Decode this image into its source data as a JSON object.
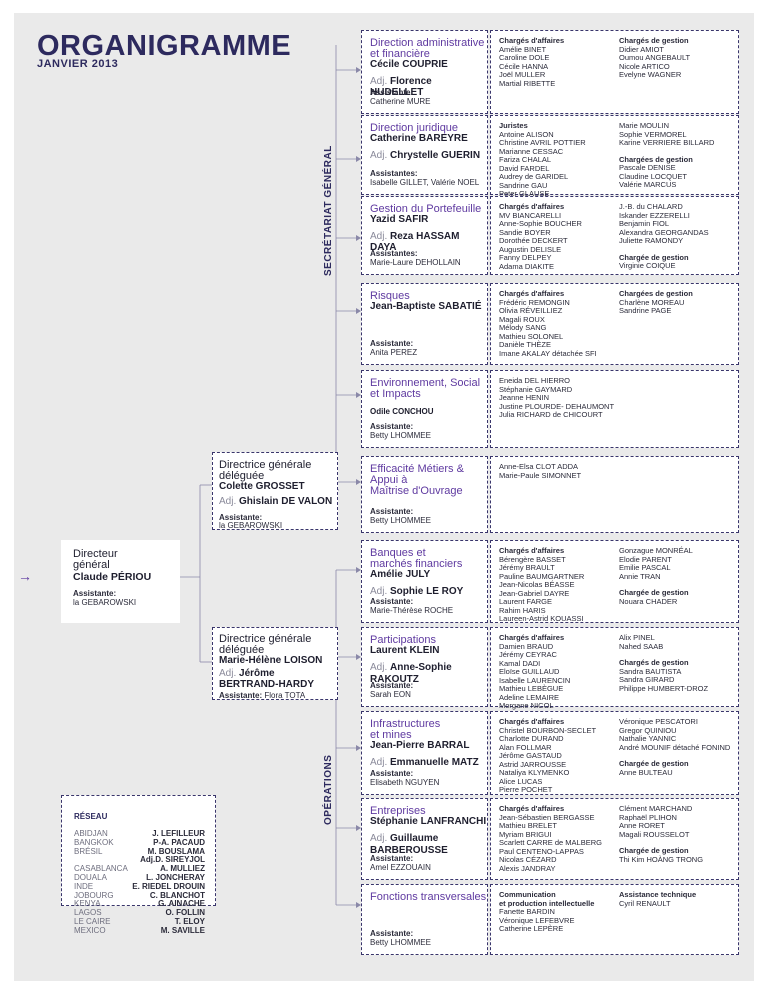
{
  "header": {
    "title": "ORGANIGRAMME",
    "subtitle": "JANVIER 2013"
  },
  "vertical_labels": {
    "secretariat": "SECRÉTARIAT GÉNÉRAL",
    "operations": "OPÉRATIONS"
  },
  "dg": {
    "name_lines": [
      "Directeur",
      "général"
    ],
    "person": "Claude PÉRIOU",
    "assistant_label": "Assistante:",
    "assistant": "la GEBAROWSKI"
  },
  "dgd1": {
    "name_lines": [
      "Directrice générale",
      "déléguée"
    ],
    "person": "Colette GROSSET",
    "adj_prefix": "Adj.",
    "adj": "Ghislain DE VALON",
    "assistant_label": "Assistante:",
    "assistant": "la GEBAROWSKI"
  },
  "dgd2": {
    "name_lines": [
      "Directrice générale",
      "déléguée"
    ],
    "person": "Marie-Hélène LOISON",
    "adj_prefix": "Adj.",
    "adj_line1": "Jérôme",
    "adj_line2": "BERTRAND-HARDY",
    "assistant_label": "Assistante:",
    "assistant": "Flora TOTA"
  },
  "departments": [
    {
      "name_lines": [
        "Direction administrative",
        "et financière"
      ],
      "head": "Cécile COUPRIE",
      "adj_prefix": "Adj.",
      "adj": "Florence HUDELLET",
      "assistant_label": "Assistante:",
      "assistant_lines": [
        "Catherine MURE"
      ],
      "col1": [
        {
          "label": "Chargés d'affaires",
          "names": "Amélie BINET\nCaroline DOLE\nCécile HANNA\nJoël MULLER\nMartial RIBETTE"
        }
      ],
      "col2": [
        {
          "label": "Chargés de gestion",
          "names": "Didier AMIOT\nOumou ANGEBAULT\nNicole ARTICO\nEvelyne WAGNER"
        }
      ]
    },
    {
      "name_lines": [
        "Direction juridique"
      ],
      "head": "Catherine BAREYRE",
      "adj_prefix": "Adj.",
      "adj": "Chrystelle GUERIN",
      "assistant_label": "Assistantes:",
      "assistant_lines": [
        "Isabelle GILLET, Valérie NOEL"
      ],
      "col1": [
        {
          "label": "Juristes",
          "names": "Antoine ALISON\nChristine AVRIL POTTIER\nMarianne CESSAC\nFariza CHALAL\nDavid FARDEL\nAudrey de GARIDEL\nSandrine GAU\nPeter GLAUSE"
        }
      ],
      "col2": [
        {
          "label": "",
          "names": "Marie MOULIN\nSophie VERMOREL\nKarine VERRIERE BILLARD"
        },
        {
          "label": "Chargées de gestion",
          "names": "Pascale DENISE\nClaudine LOCQUET\nValérie MARCUS"
        }
      ]
    },
    {
      "name_lines": [
        "Gestion du Portefeuille"
      ],
      "head": "Yazid SAFIR",
      "adj_prefix": "Adj.",
      "adj": "Reza HASSAM DAYA",
      "assistant_label": "Assistantes:",
      "assistant_lines": [
        "Marie-Laure DEHOLLAIN"
      ],
      "col1": [
        {
          "label": "Chargés d'affaires",
          "names": "MV BIANCARELLI\nAnne-Sophie BOUCHER\nSandie BOYER\nDorothée DECKERT\nAugustin DELISLE\nFanny DELPEY\nAdama DIAKITE"
        }
      ],
      "col2": [
        {
          "label": "",
          "names": "J.-B. du CHALARD\nIskander EZZERELLI\nBenjamin FIOL\nAlexandra GEORGANDAS\nJuliette RAMONDY"
        },
        {
          "label": "Chargée de gestion",
          "names": "Virginie COIQUE"
        }
      ]
    },
    {
      "name_lines": [
        "Risques"
      ],
      "head": "Jean-Baptiste SABATIÉ",
      "assistant_label": "Assistante:",
      "assistant_lines": [
        "Anita PEREZ"
      ],
      "col1": [
        {
          "label": "Chargés d'affaires",
          "names": "Frédéric REMONGIN\nOlivia RÉVEILLIEZ\nMagali ROUX\nMélody SANG\nMathieu SOLONEL\nDanièle THÈZE\nImane AKALAY détachée SFI"
        }
      ],
      "col2": [
        {
          "label": "Chargées de gestion",
          "names": "Charlène MOREAU\nSandrine PAGE"
        }
      ]
    },
    {
      "name_lines": [
        "Environnement, Social",
        "et Impacts"
      ],
      "head_small": "Odile CONCHOU",
      "assistant_label": "Assistante:",
      "assistant_lines": [
        "Betty LHOMMEE"
      ],
      "col1": [
        {
          "label": "",
          "names": "Eneida DEL HIERRO\nStéphanie GAYMARD\nJeanne HENIN\nJustine PLOURDE- DEHAUMONT\nJulia RICHARD de CHICOURT"
        }
      ],
      "col2": []
    },
    {
      "name_lines": [
        "Efficacité Métiers &",
        "Appui à",
        "Maîtrise d'Ouvrage"
      ],
      "assistant_label": "Assistante:",
      "assistant_lines": [
        "Betty LHOMMEE"
      ],
      "col1": [
        {
          "label": "",
          "names": "Anne-Elsa CLOT ADDA\nMarie-Paule SIMONNET"
        }
      ],
      "col2": []
    },
    {
      "name_lines": [
        "Banques et",
        "marchés financiers"
      ],
      "head": "Amélie JULY",
      "adj_prefix": "Adj.",
      "adj": "Sophie LE ROY",
      "assistant_label": "Assistante:",
      "assistant_lines": [
        "Marie-Thérèse ROCHE"
      ],
      "col1": [
        {
          "label": "Chargés d'affaires",
          "names": "Bérengère BASSET\nJérémy BRAULT\nPauline BAUMGARTNER\nJean-Nicolas BÉASSE\nJean-Gabriel DAYRE\nLaurent FARGE\nRahim HARIS\nLaureen-Astrid KOUASSI"
        }
      ],
      "col2": [
        {
          "label": "",
          "names": "Gonzague MONRÉAL\nElodie PARENT\nEmilie PASCAL\nAnnie TRAN"
        },
        {
          "label": "Chargée de gestion",
          "names": "Nouara CHADER"
        }
      ]
    },
    {
      "name_lines": [
        "Participations"
      ],
      "head": "Laurent KLEIN",
      "adj_prefix": "Adj.",
      "adj": "Anne-Sophie",
      "adj_line2": "RAKOUTZ",
      "assistant_label": "Assistante:",
      "assistant_lines": [
        "Sarah EON"
      ],
      "col1": [
        {
          "label": "Chargés d'affaires",
          "names": "Damien BRAUD\nJérémy CEYRAC\nKamal DADI\nEloïse GUILLAUD\nIsabelle LAURENCIN\nMathieu LEBÈGUE\nAdeline LEMAIRE\nMorgane NICOL"
        }
      ],
      "col2": [
        {
          "label": "",
          "names": "Alix PINEL\nNahed SAAB"
        },
        {
          "label": "Chargés de gestion",
          "names": "Sandra BAUTISTA\nSandra GIRARD\nPhilippe HUMBERT-DROZ"
        }
      ]
    },
    {
      "name_lines": [
        "Infrastructures",
        "et mines"
      ],
      "head": "Jean-Pierre BARRAL",
      "adj_prefix": "Adj.",
      "adj": "Emmanuelle MATZ",
      "assistant_label": "Assistante:",
      "assistant_lines": [
        "Elisabeth NGUYEN"
      ],
      "col1": [
        {
          "label": "Chargés d'affaires",
          "names": "Christel BOURBON-SECLET\nCharlotte DURAND\nAlan FOLLMAR\nJérôme GASTAUD\nAstrid JARROUSSE\nNataliya KLYMENKO\nAlice LUCAS\nPierre POCHET"
        }
      ],
      "col2": [
        {
          "label": "",
          "names": "Véronique PESCATORI\nGregor QUINIOU\nNathalie YANNIC\nAndré MOUNIF détaché FONIND"
        },
        {
          "label": "Chargée de gestion",
          "names": "Anne BULTEAU"
        }
      ]
    },
    {
      "name_lines": [
        "Entreprises"
      ],
      "head": "Stéphanie LANFRANCHI",
      "adj_prefix": "Adj.",
      "adj": "Guillaume",
      "adj_line2": "BARBEROUSSE",
      "assistant_label": "Assistante:",
      "assistant_lines": [
        "Amel EZZOUAIN"
      ],
      "col1": [
        {
          "label": "Chargés d'affaires",
          "names": "Jean-Sébastien BERGASSE\nMathieu BRELET\nMyriam BRIGUI\nScarlett CARRE de MALBERG\nPaul CENTENO-LAPPAS\nNicolas CÉZARD\nAlexis JANDRAY"
        }
      ],
      "col2": [
        {
          "label": "",
          "names": "Clément MARCHAND\nRaphaël PLIHON\nAnne RORET\nMagali ROUSSELOT"
        },
        {
          "label": "Chargée de gestion",
          "names": "Thi Kim HOÀNG TRONG"
        }
      ]
    },
    {
      "name_lines": [
        "Fonctions transversales"
      ],
      "assistant_label": "Assistante:",
      "assistant_lines": [
        "Betty LHOMMEE"
      ],
      "col1": [
        {
          "label": "Communication\net production intellectuelle",
          "names": "Fanette BARDIN\nVéronique LEFEBVRE\nCatherine LEPÈRE"
        }
      ],
      "col2": [
        {
          "label": "Assistance technique",
          "names": "Cyril RENAULT"
        }
      ]
    }
  ],
  "reseau": {
    "title": "RÉSEAU",
    "rows": [
      {
        "country": "ABIDJAN",
        "name": "J. LEFILLEUR"
      },
      {
        "country": "BANGKOK",
        "name": "P-A. PACAUD"
      },
      {
        "country": "BRÉSIL",
        "name": "M. BOUSLAMA"
      },
      {
        "country": "",
        "name": "Adj.D. SIREYJOL"
      },
      {
        "country": "CASABLANCA",
        "name": "A. MULLIEZ"
      },
      {
        "country": "DOUALA",
        "name": "L. JONCHERAY"
      },
      {
        "country": "INDE",
        "name": "E. RIEDEL DROUIN"
      },
      {
        "country": "JOBOURG",
        "name": "C. BLANCHOT"
      },
      {
        "country": "KENYA",
        "name": "G. AINACHE"
      },
      {
        "country": "LAGOS",
        "name": "O. FOLLIN"
      },
      {
        "country": "LE CAIRE",
        "name": "T. ELOY"
      },
      {
        "country": "MEXICO",
        "name": "M. SAVILLE"
      }
    ]
  }
}
